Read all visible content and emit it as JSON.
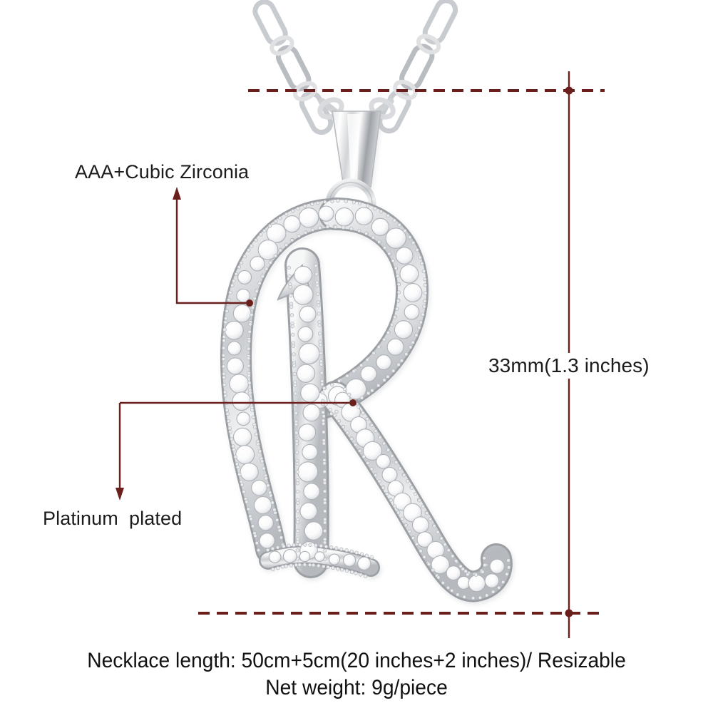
{
  "product": {
    "type": "necklace-pendant",
    "letter": "R",
    "letter_style": "script-capital",
    "metal_color": "#d9dadc",
    "stone_color": "#ffffff"
  },
  "annotations": {
    "accent_color": "#6b1f1c",
    "items": [
      {
        "id": "cubic-zirconia",
        "label": "AAA+Cubic Zirconia",
        "arrow": "up",
        "leader": "elbow-down-right"
      },
      {
        "id": "platinum-plated",
        "label": "Platinum  plated",
        "arrow": "down",
        "leader": "elbow-left-down"
      }
    ]
  },
  "dimension": {
    "label": "33mm(1.3 inches)",
    "value_mm": 33,
    "value_inches": 1.3,
    "orientation": "vertical",
    "line_color": "#6b1f1c"
  },
  "caption": {
    "line1": "Necklace length: 50cm+5cm(20 inches+2 inches)/ Resizable",
    "line2": "Net weight: 9g/piece"
  }
}
